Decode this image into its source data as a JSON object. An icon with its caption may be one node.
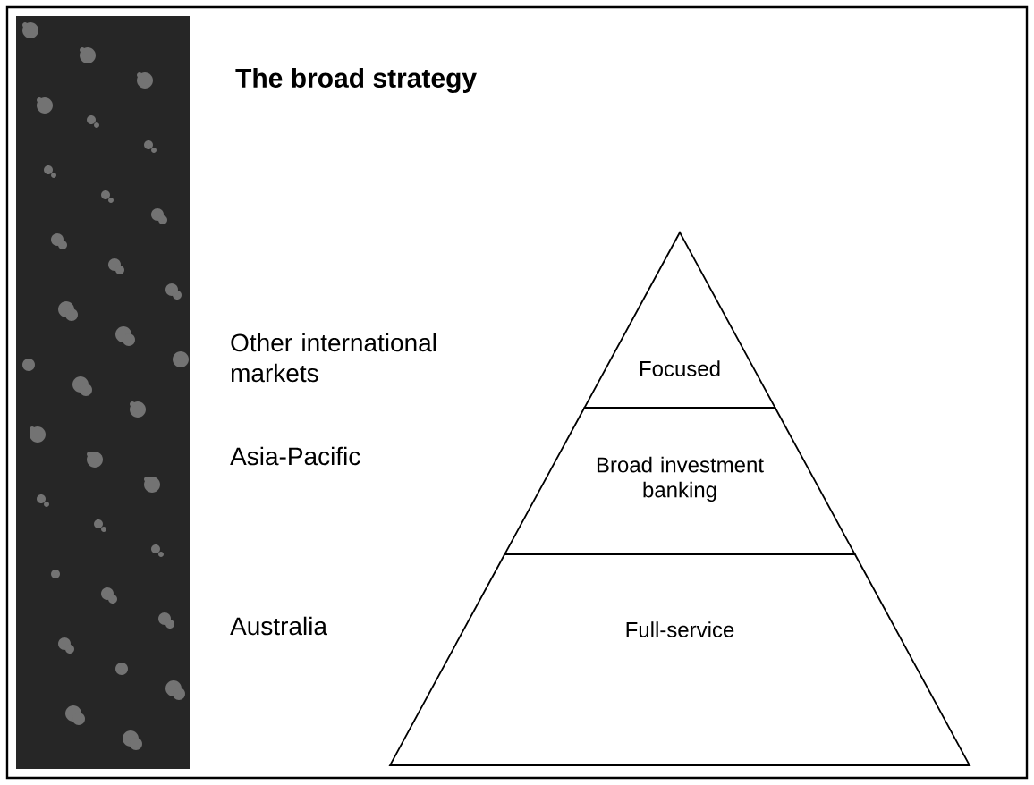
{
  "diagram": {
    "title": "The broad strategy",
    "nodes": [
      {
        "text": [
          "Focused"
        ]
      },
      {
        "text": [
          "Broad investment banking"
        ]
      },
      {
        "text": [
          "Full-service"
        ]
      }
    ],
    "labels": [
      "Other international markets",
      "Asia-Pacific",
      "Australia"
    ]
  }
}
